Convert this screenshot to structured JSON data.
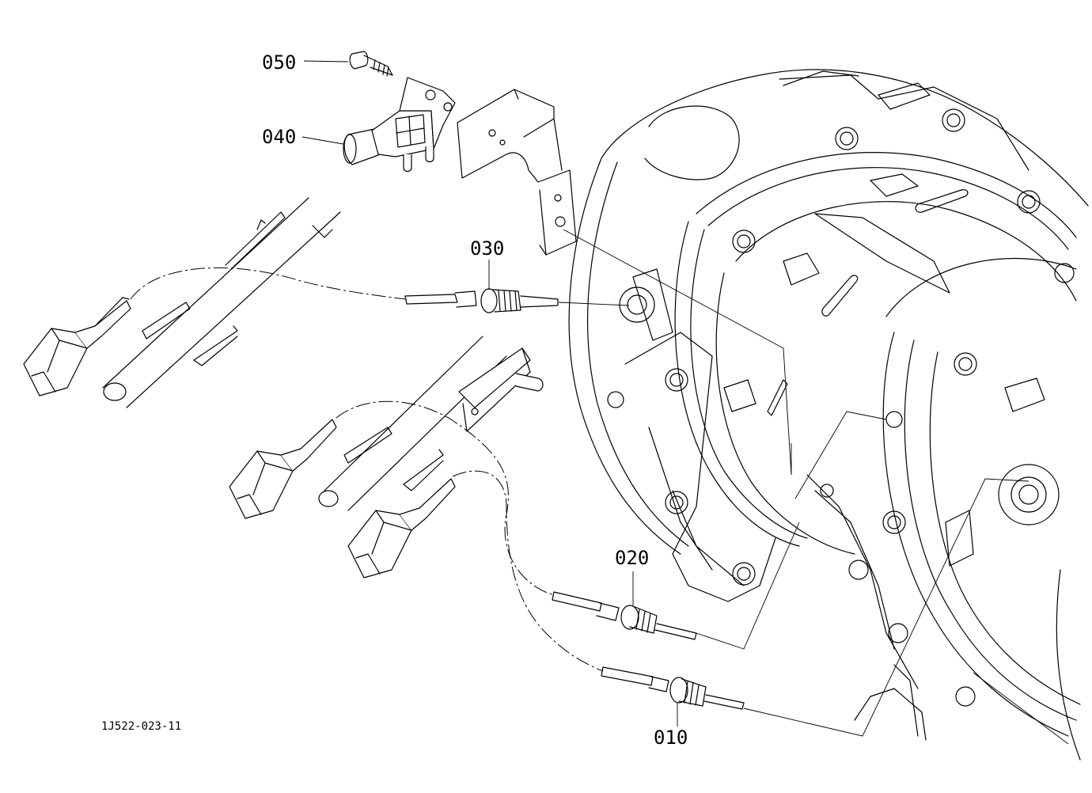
{
  "diagram": {
    "drawing_number": "1J522-023-11",
    "callouts": [
      {
        "id": "050",
        "part": "bolt"
      },
      {
        "id": "040",
        "part": "pressure-sensor"
      },
      {
        "id": "030",
        "part": "temperature-sensor"
      },
      {
        "id": "020",
        "part": "temperature-sensor"
      },
      {
        "id": "010",
        "part": "temperature-sensor"
      }
    ],
    "line_color": "#000000",
    "background_color": "#ffffff"
  }
}
